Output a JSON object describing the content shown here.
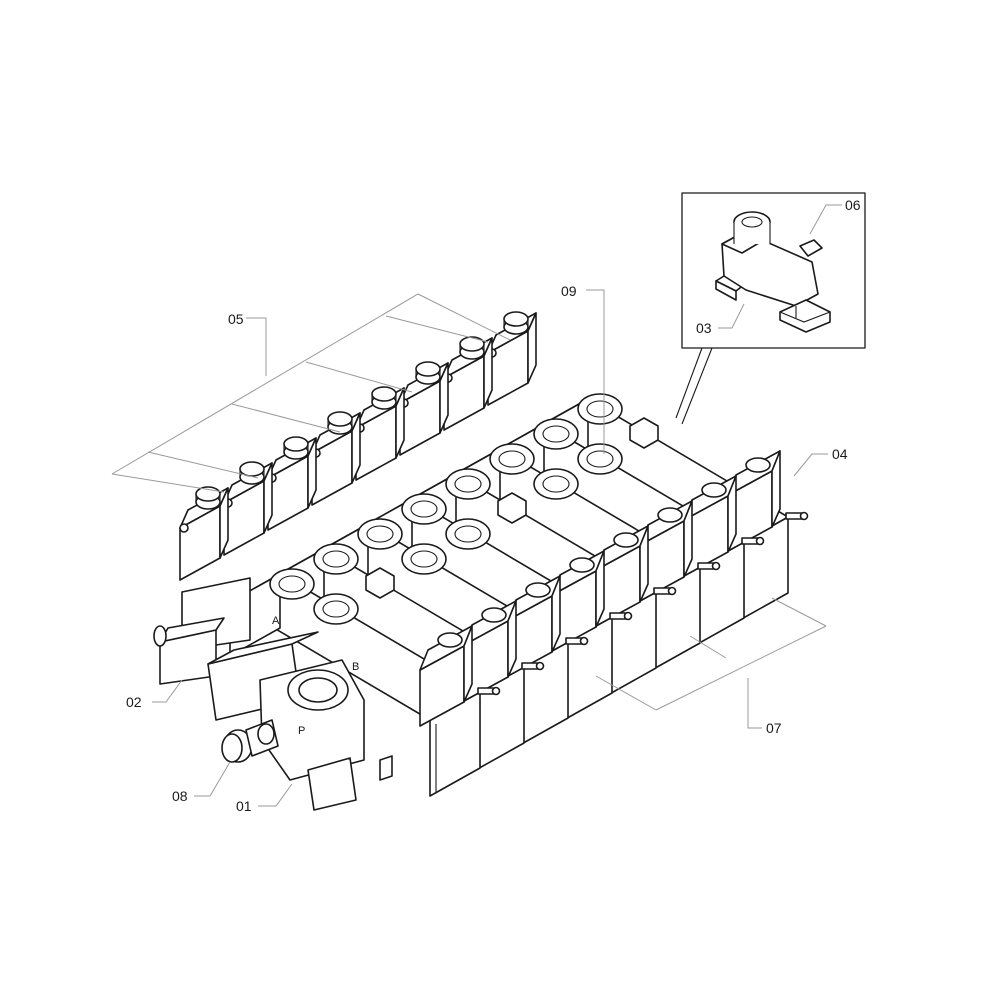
{
  "callouts": {
    "c01": "01",
    "c02": "02",
    "c03": "03",
    "c04": "04",
    "c05": "05",
    "c06": "06",
    "c07": "07",
    "c08": "08",
    "c09": "09"
  },
  "ports": {
    "a": "A",
    "b": "B",
    "p": "P"
  },
  "valve_sections": 8
}
